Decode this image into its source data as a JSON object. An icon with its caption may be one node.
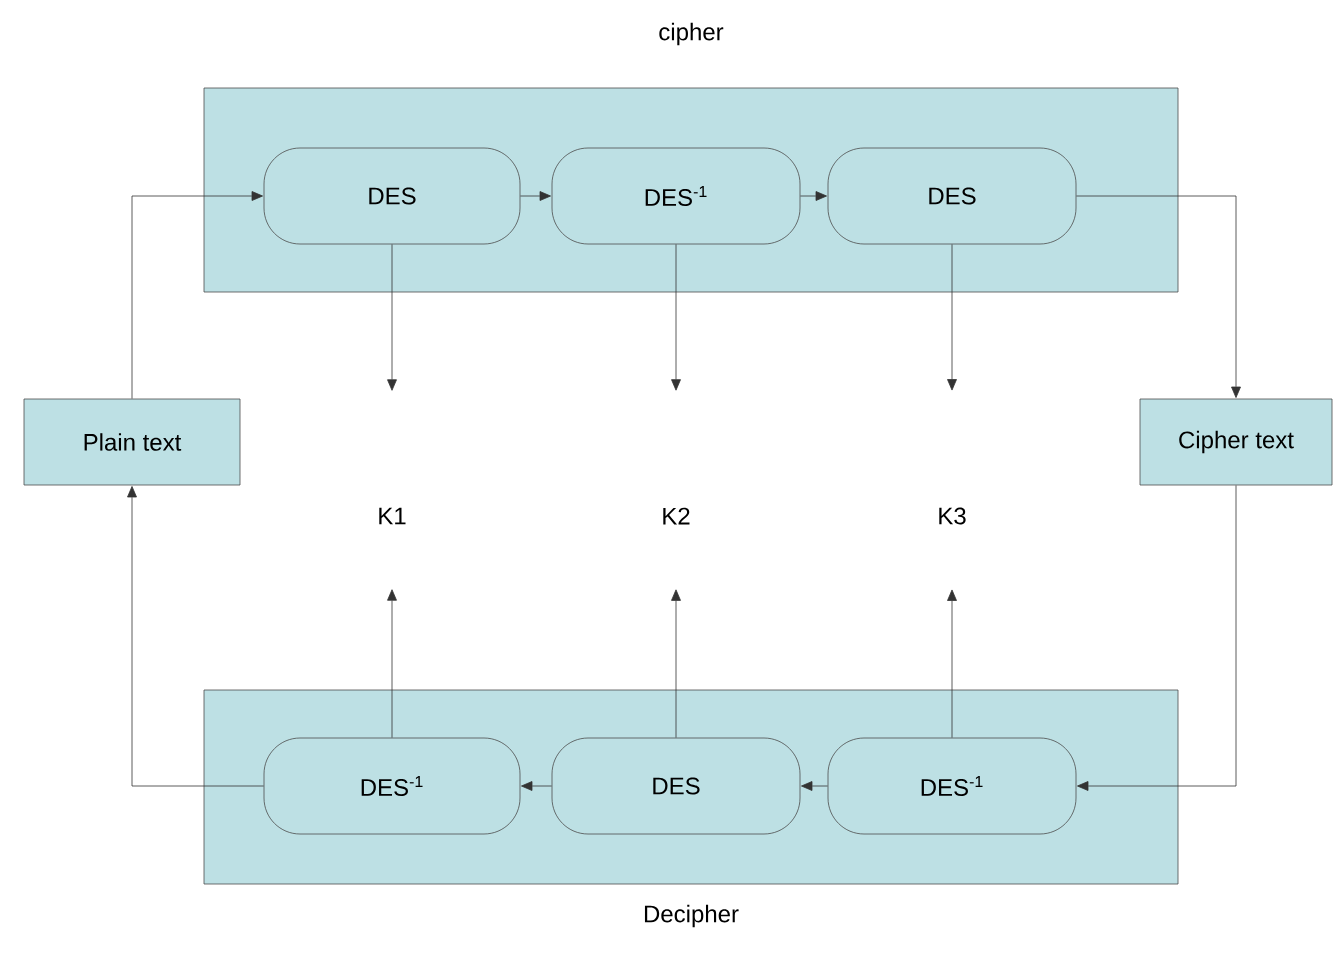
{
  "diagram": {
    "nodes": [
      {
        "text": [
          "cipher"
        ]
      },
      {
        "text": [
          "DES"
        ],
        "in": 0
      },
      {
        "text": [
          "DES$^{-1}$"
        ],
        "in": 0
      },
      {
        "text": [
          "DES"
        ],
        "in": 0
      },
      {
        "text": [
          "Plain text"
        ]
      },
      {
        "text": [
          "Cipher text"
        ]
      },
      {
        "text": [
          "K1"
        ]
      },
      {
        "text": [
          "K2"
        ]
      },
      {
        "text": [
          "K3"
        ]
      },
      {
        "text": [
          "Decipher"
        ]
      },
      {
        "text": [
          "DES$^{-1}$"
        ],
        "in": 9
      },
      {
        "text": [
          "DES"
        ],
        "in": 9
      },
      {
        "text": [
          "DES$^{-1}$"
        ],
        "in": 9
      }
    ],
    "edges": [
      {
        "from": 4,
        "to": 1,
        "arrow": "to"
      },
      {
        "from": 1,
        "to": 2,
        "arrow": "to"
      },
      {
        "from": 2,
        "to": 3,
        "arrow": "to"
      },
      {
        "from": 3,
        "to": 5,
        "arrow": "to"
      },
      {
        "from": 5,
        "to": 12,
        "arrow": "to"
      },
      {
        "from": 12,
        "to": 11,
        "arrow": "to"
      },
      {
        "from": 11,
        "to": 10,
        "arrow": "to"
      },
      {
        "from": 10,
        "to": 4,
        "arrow": "to"
      },
      {
        "from": 1,
        "to": 6,
        "arrow": "to"
      },
      {
        "from": 2,
        "to": 7,
        "arrow": "to"
      },
      {
        "from": 3,
        "to": 8,
        "arrow": "to"
      },
      {
        "from": 10,
        "to": 6,
        "arrow": "to"
      },
      {
        "from": 11,
        "to": 7,
        "arrow": "to"
      },
      {
        "from": 12,
        "to": 8,
        "arrow": "to"
      }
    ]
  }
}
